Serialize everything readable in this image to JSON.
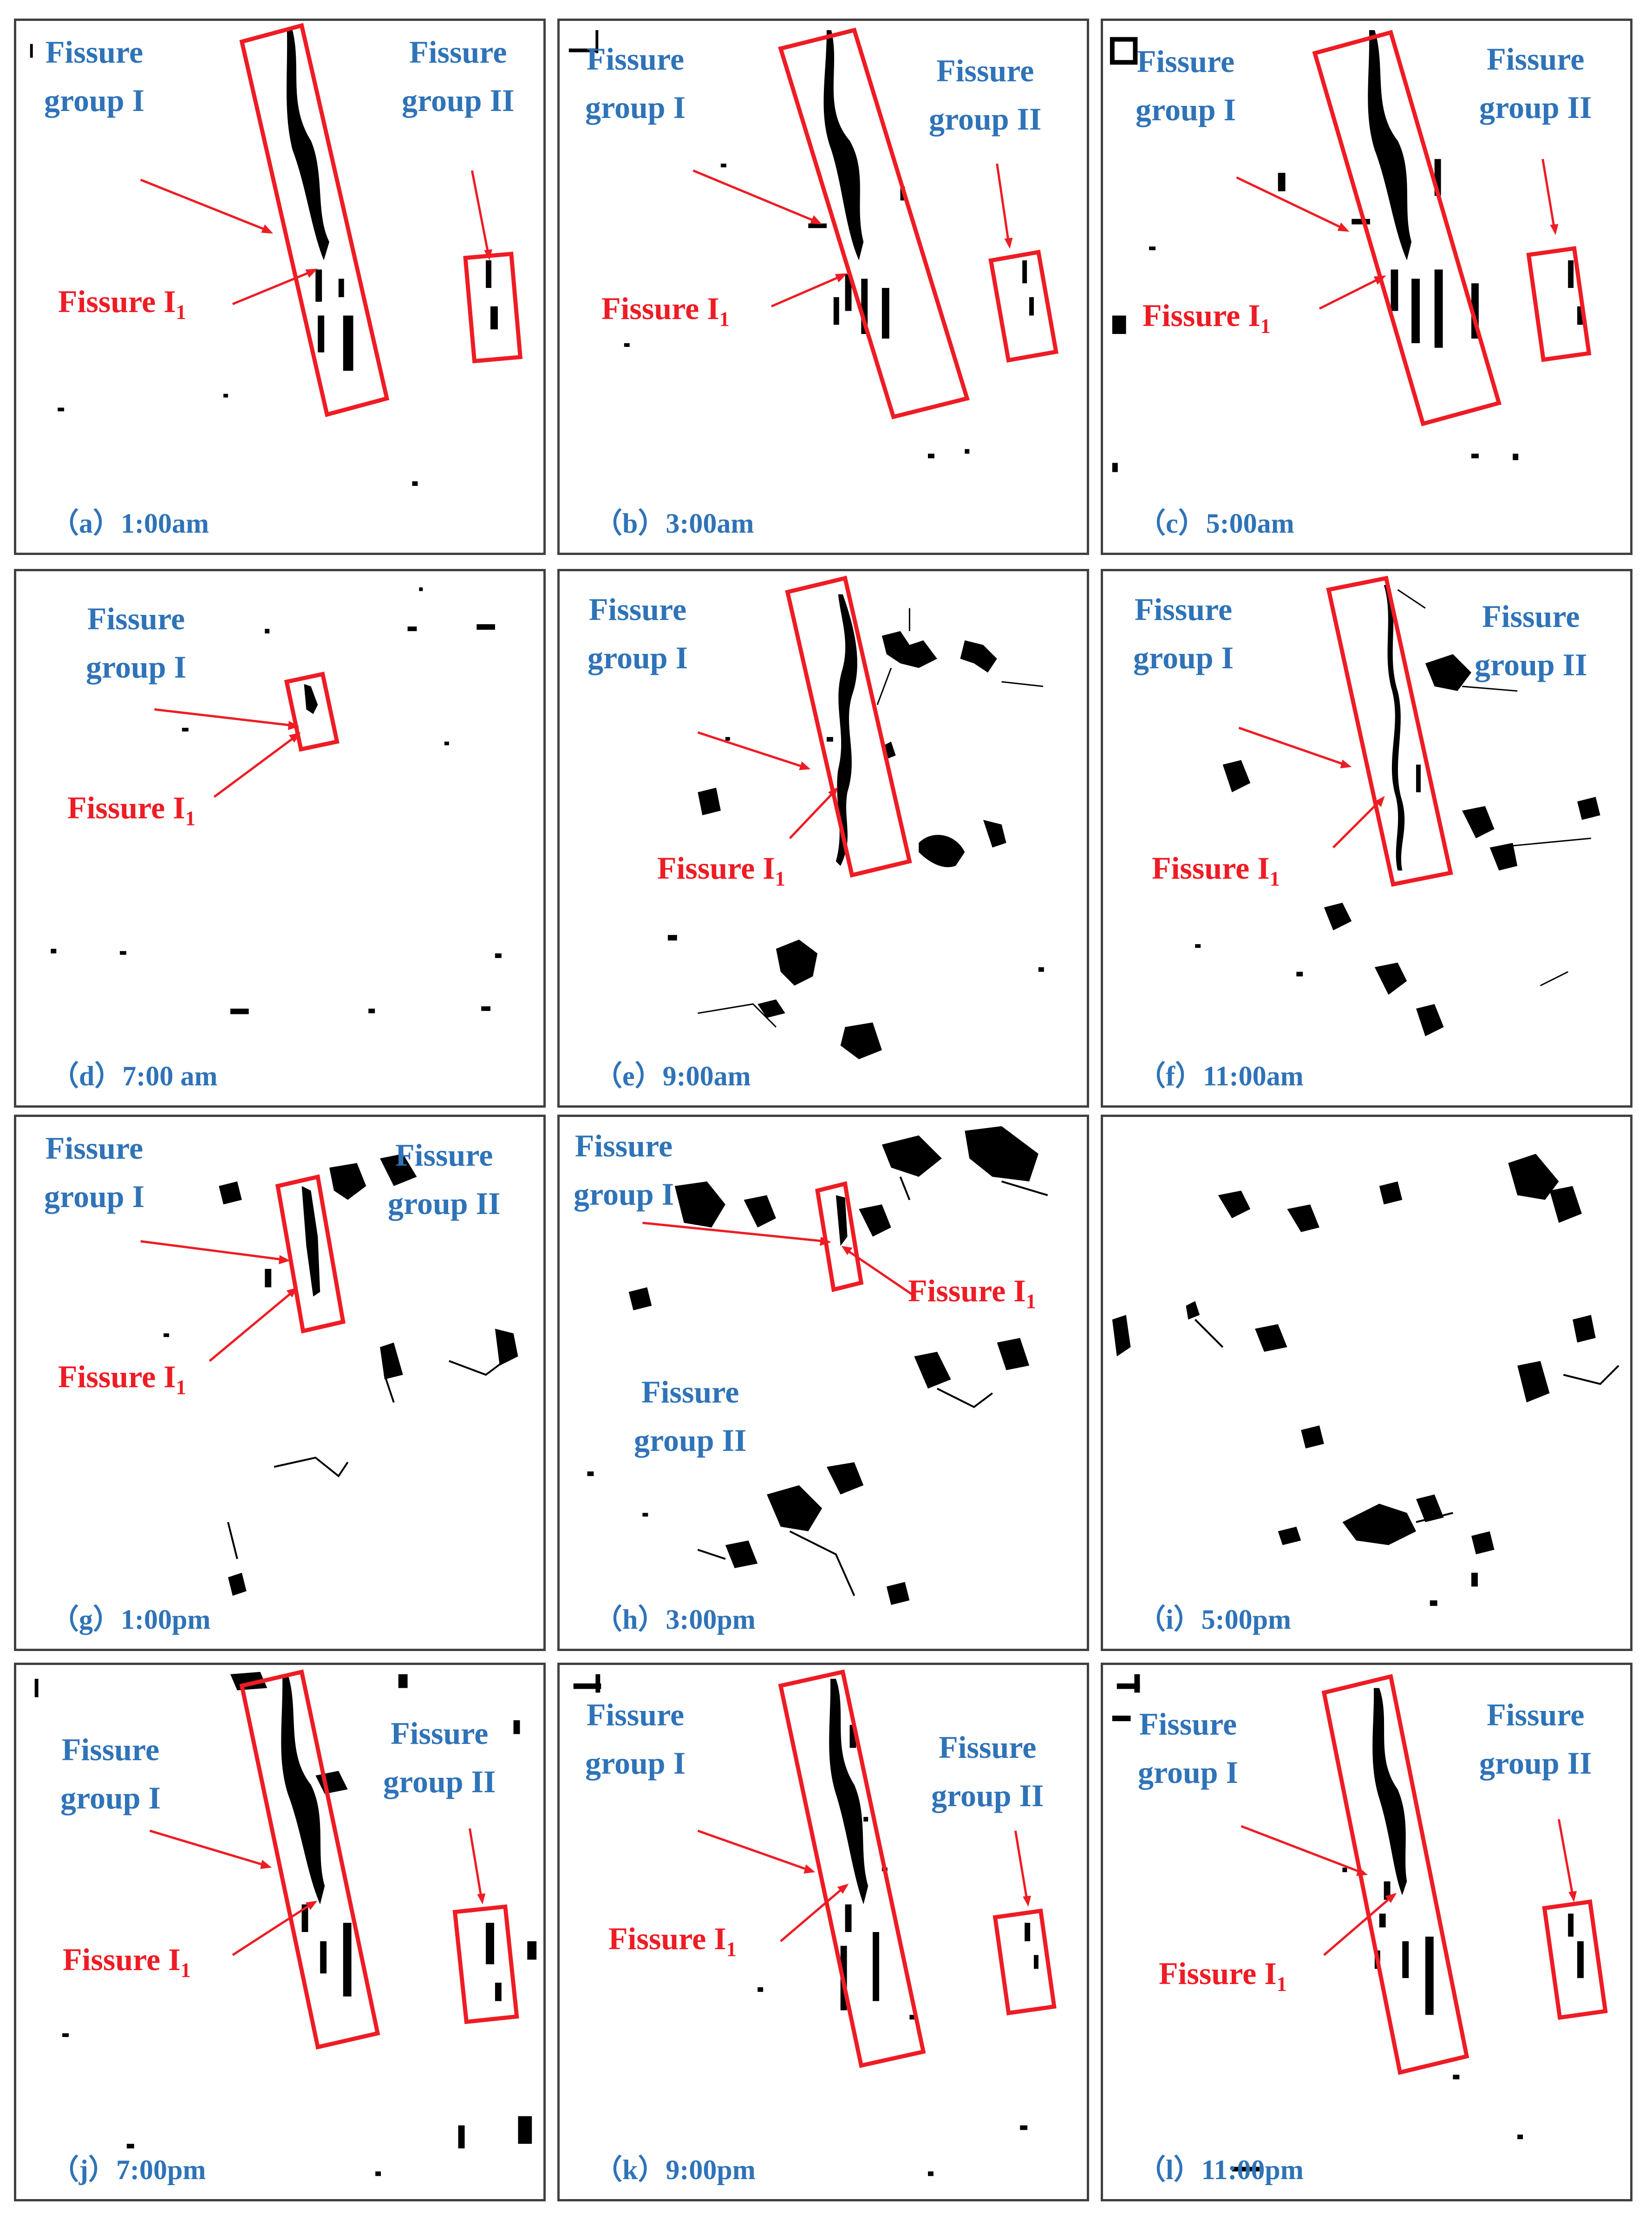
{
  "labels": {
    "group1_line1": "Fissure",
    "group1_line2": "group I",
    "group2_line1": "Fissure",
    "group2_line2": "group II",
    "fissure_i1": "Fissure I",
    "fissure_i1_sub": "1"
  },
  "colors": {
    "blue_label": "#2f73b8",
    "red_annotation": "#ee1c24",
    "fissure_fill": "#000000",
    "panel_border": "#404040"
  },
  "panels": [
    {
      "id": "a",
      "caption": "（a）1:00am"
    },
    {
      "id": "b",
      "caption": "（b）3:00am"
    },
    {
      "id": "c",
      "caption": "（c）5:00am"
    },
    {
      "id": "d",
      "caption": "（d）7:00 am"
    },
    {
      "id": "e",
      "caption": "（e）9:00am"
    },
    {
      "id": "f",
      "caption": "（f）11:00am"
    },
    {
      "id": "g",
      "caption": "（g）1:00pm"
    },
    {
      "id": "h",
      "caption": "（h）3:00pm"
    },
    {
      "id": "i",
      "caption": "（i）5:00pm"
    },
    {
      "id": "j",
      "caption": "（j）7:00pm"
    },
    {
      "id": "k",
      "caption": "（k）9:00pm"
    },
    {
      "id": "l",
      "caption": "（l）11:00pm"
    }
  ]
}
